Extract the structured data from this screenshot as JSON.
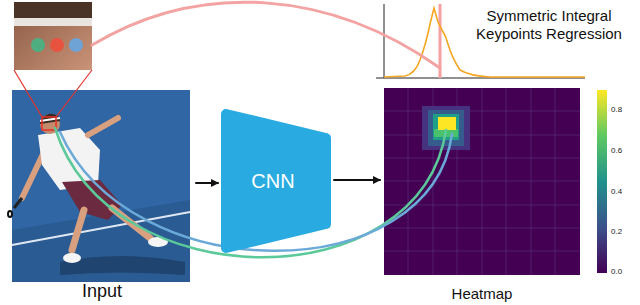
{
  "diagram": {
    "nodes": [
      {
        "text": [
          "Input"
        ]
      },
      {
        "text": [
          "CNN"
        ]
      },
      {
        "text": [
          "Heatmap"
        ]
      },
      {
        "text": [
          "Symmetric Integral Keypoints Regression"
        ]
      }
    ],
    "edges": [
      {
        "from": 0,
        "to": 1,
        "arrow": "to"
      },
      {
        "from": 1,
        "to": 2,
        "arrow": "to"
      },
      {
        "from": 0,
        "to": 3,
        "arrow": "none"
      },
      {
        "from": 0,
        "to": 2,
        "arrow": "none"
      },
      {
        "from": 0,
        "to": 2,
        "arrow": "none"
      }
    ],
    "labels": [
      "0.0",
      "0.2",
      "0.4",
      "0.6",
      "0.8"
    ]
  }
}
